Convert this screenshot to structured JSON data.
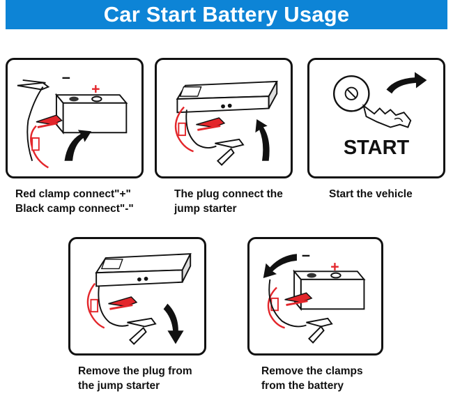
{
  "title": "Car Start Battery Usage",
  "steps": [
    {
      "line1": "Red clamp connect\"+\"",
      "line2": "Black camp connect\"-\""
    },
    {
      "line1": "The plug connect the",
      "line2": "jump starter"
    },
    {
      "line1": "Start the vehicle",
      "line2": ""
    },
    {
      "line1": "Remove the plug from",
      "line2": "the jump starter"
    },
    {
      "line1": "Remove the clamps",
      "line2": "from the battery"
    }
  ],
  "key_label": "START",
  "battery": {
    "minus": "−",
    "plus": "+"
  },
  "colors": {
    "banner": "#0d84d6",
    "clamp_red": "#e3262b",
    "plus_red": "#e3262b"
  },
  "icons": [
    "battery-icon",
    "clamp-icon",
    "jump-starter-icon",
    "curved-arrow-icon",
    "key-icon"
  ]
}
